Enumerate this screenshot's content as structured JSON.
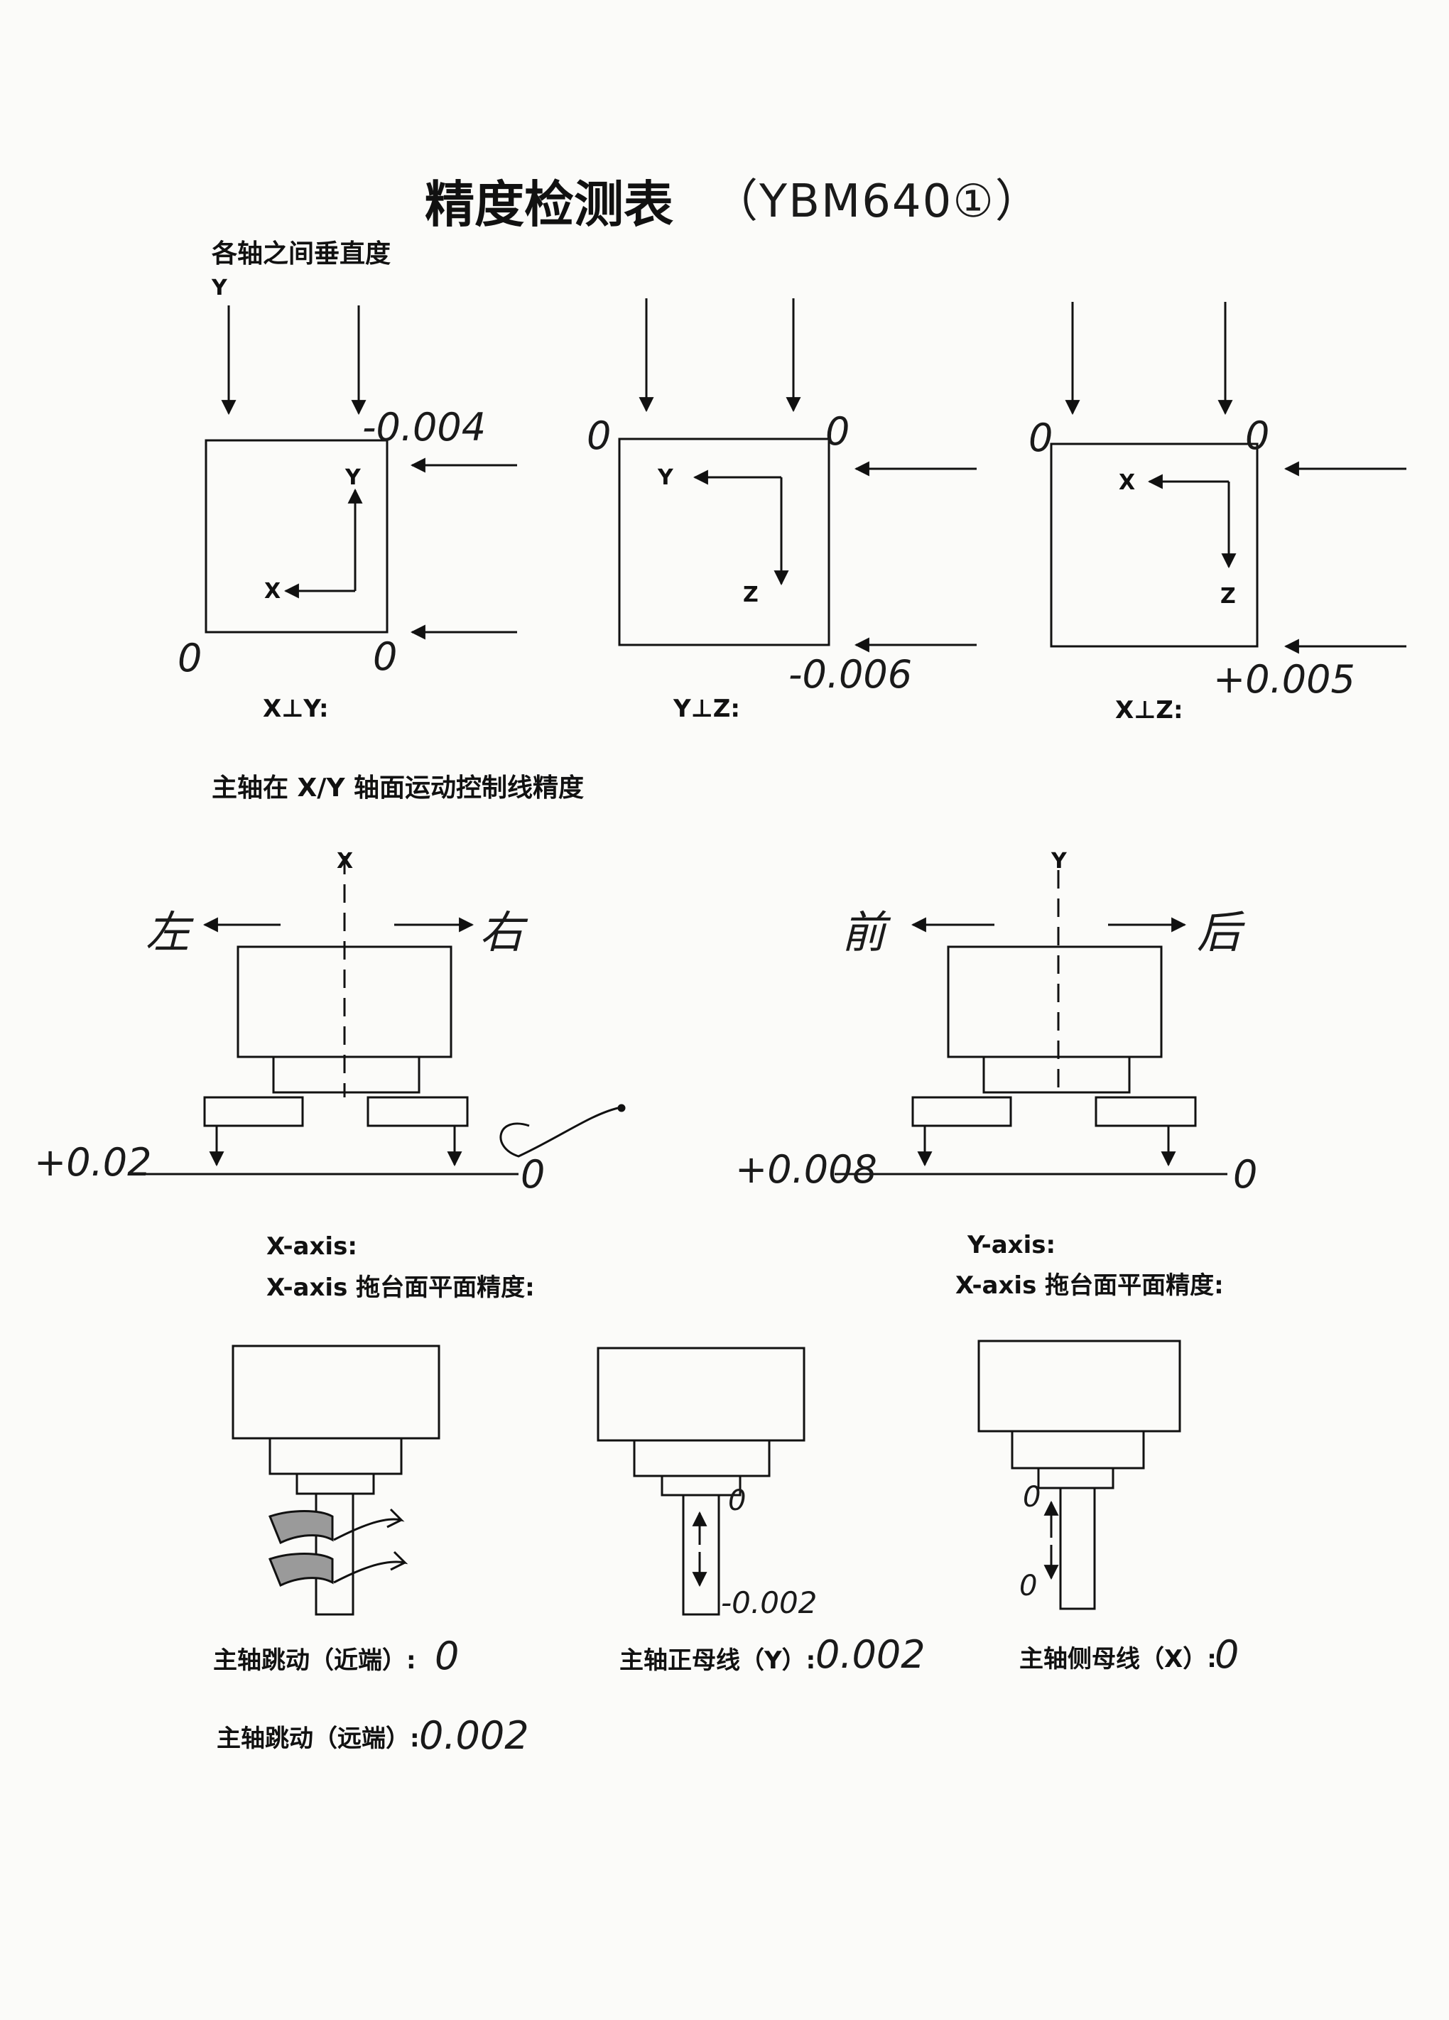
{
  "header": {
    "title": "精度检测表",
    "model_handwritten": "（YBM640①）"
  },
  "section_perpendicularity": {
    "heading": "各轴之间垂直度",
    "diagram_xy": {
      "top_axis_label": "Y",
      "inner_y": "Y",
      "inner_x": "X",
      "value_top_right": "-0.004",
      "zero_bottom_left": "0",
      "zero_bottom_right": "0",
      "caption": "X⊥Y:"
    },
    "diagram_yz": {
      "zero_top_left": "0",
      "zero_top_right": "0",
      "inner_y": "Y",
      "inner_z": "Z",
      "value_bottom_right": "-0.006",
      "caption": "Y⊥Z:"
    },
    "diagram_xz": {
      "zero_top_left": "0",
      "zero_top_right": "0",
      "inner_x": "X",
      "inner_z": "Z",
      "value_bottom_right": "+0.005",
      "caption": "X⊥Z:"
    }
  },
  "section_spindle_motion": {
    "heading": "主轴在 X/Y 轴面运动控制线精度",
    "left": {
      "axis": "X",
      "dir_left": "左",
      "dir_right": "右",
      "value_left": "+0.02",
      "value_right": "0",
      "caption": "X-axis:",
      "subcaption": "X-axis  拖台面平面精度:"
    },
    "right": {
      "axis": "Y",
      "dir_left": "前",
      "dir_right": "后",
      "value_left": "+0.008",
      "value_right": "0",
      "caption": "Y-axis:",
      "subcaption": "X-axis  拖台面平面精度:"
    }
  },
  "section_spindle": {
    "runout_near": {
      "label": "主轴跳动（近端）:",
      "value": "0"
    },
    "runout_far": {
      "label": "主轴跳动（远端）:",
      "value": "0.002"
    },
    "front_generatrix": {
      "label": "主轴正母线（Y）:",
      "value": "0.002",
      "top_mark": "0",
      "bottom_mark": "-0.002"
    },
    "side_generatrix": {
      "label": "主轴侧母线（X）:",
      "value": "0",
      "top_mark": "0",
      "bottom_mark": "0"
    }
  }
}
